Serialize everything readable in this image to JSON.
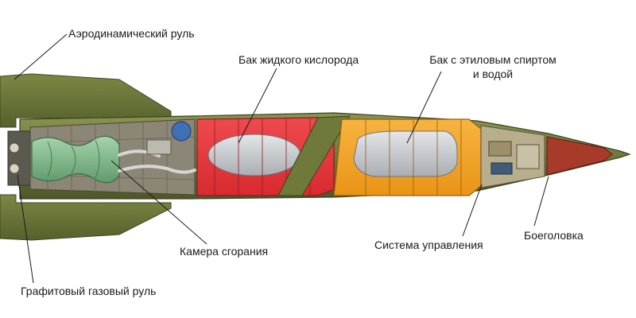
{
  "labels": {
    "aero_rudder": "Аэродинамический руль",
    "lox_tank": "Бак жидкого кислорода",
    "fuel_tank": "Бак с этиловым спиртом\nи водой",
    "combustion_chamber": "Камера сгорания",
    "control_system": "Система управления",
    "warhead": "Боеголовка",
    "graphite_vane": "Графитовый газовый руль"
  },
  "colors": {
    "hull_olive": "#6f7a3a",
    "hull_dark": "#4e5628",
    "engine_bay": "#8c8676",
    "lox_tank_red": "#e8343a",
    "lox_inner_gray": "#c9ccd0",
    "fuel_tank_orange": "#f6a623",
    "warhead_red": "#a83a2a",
    "combustion_green": "#7fb98a",
    "blue_sphere": "#3f6fb5"
  }
}
